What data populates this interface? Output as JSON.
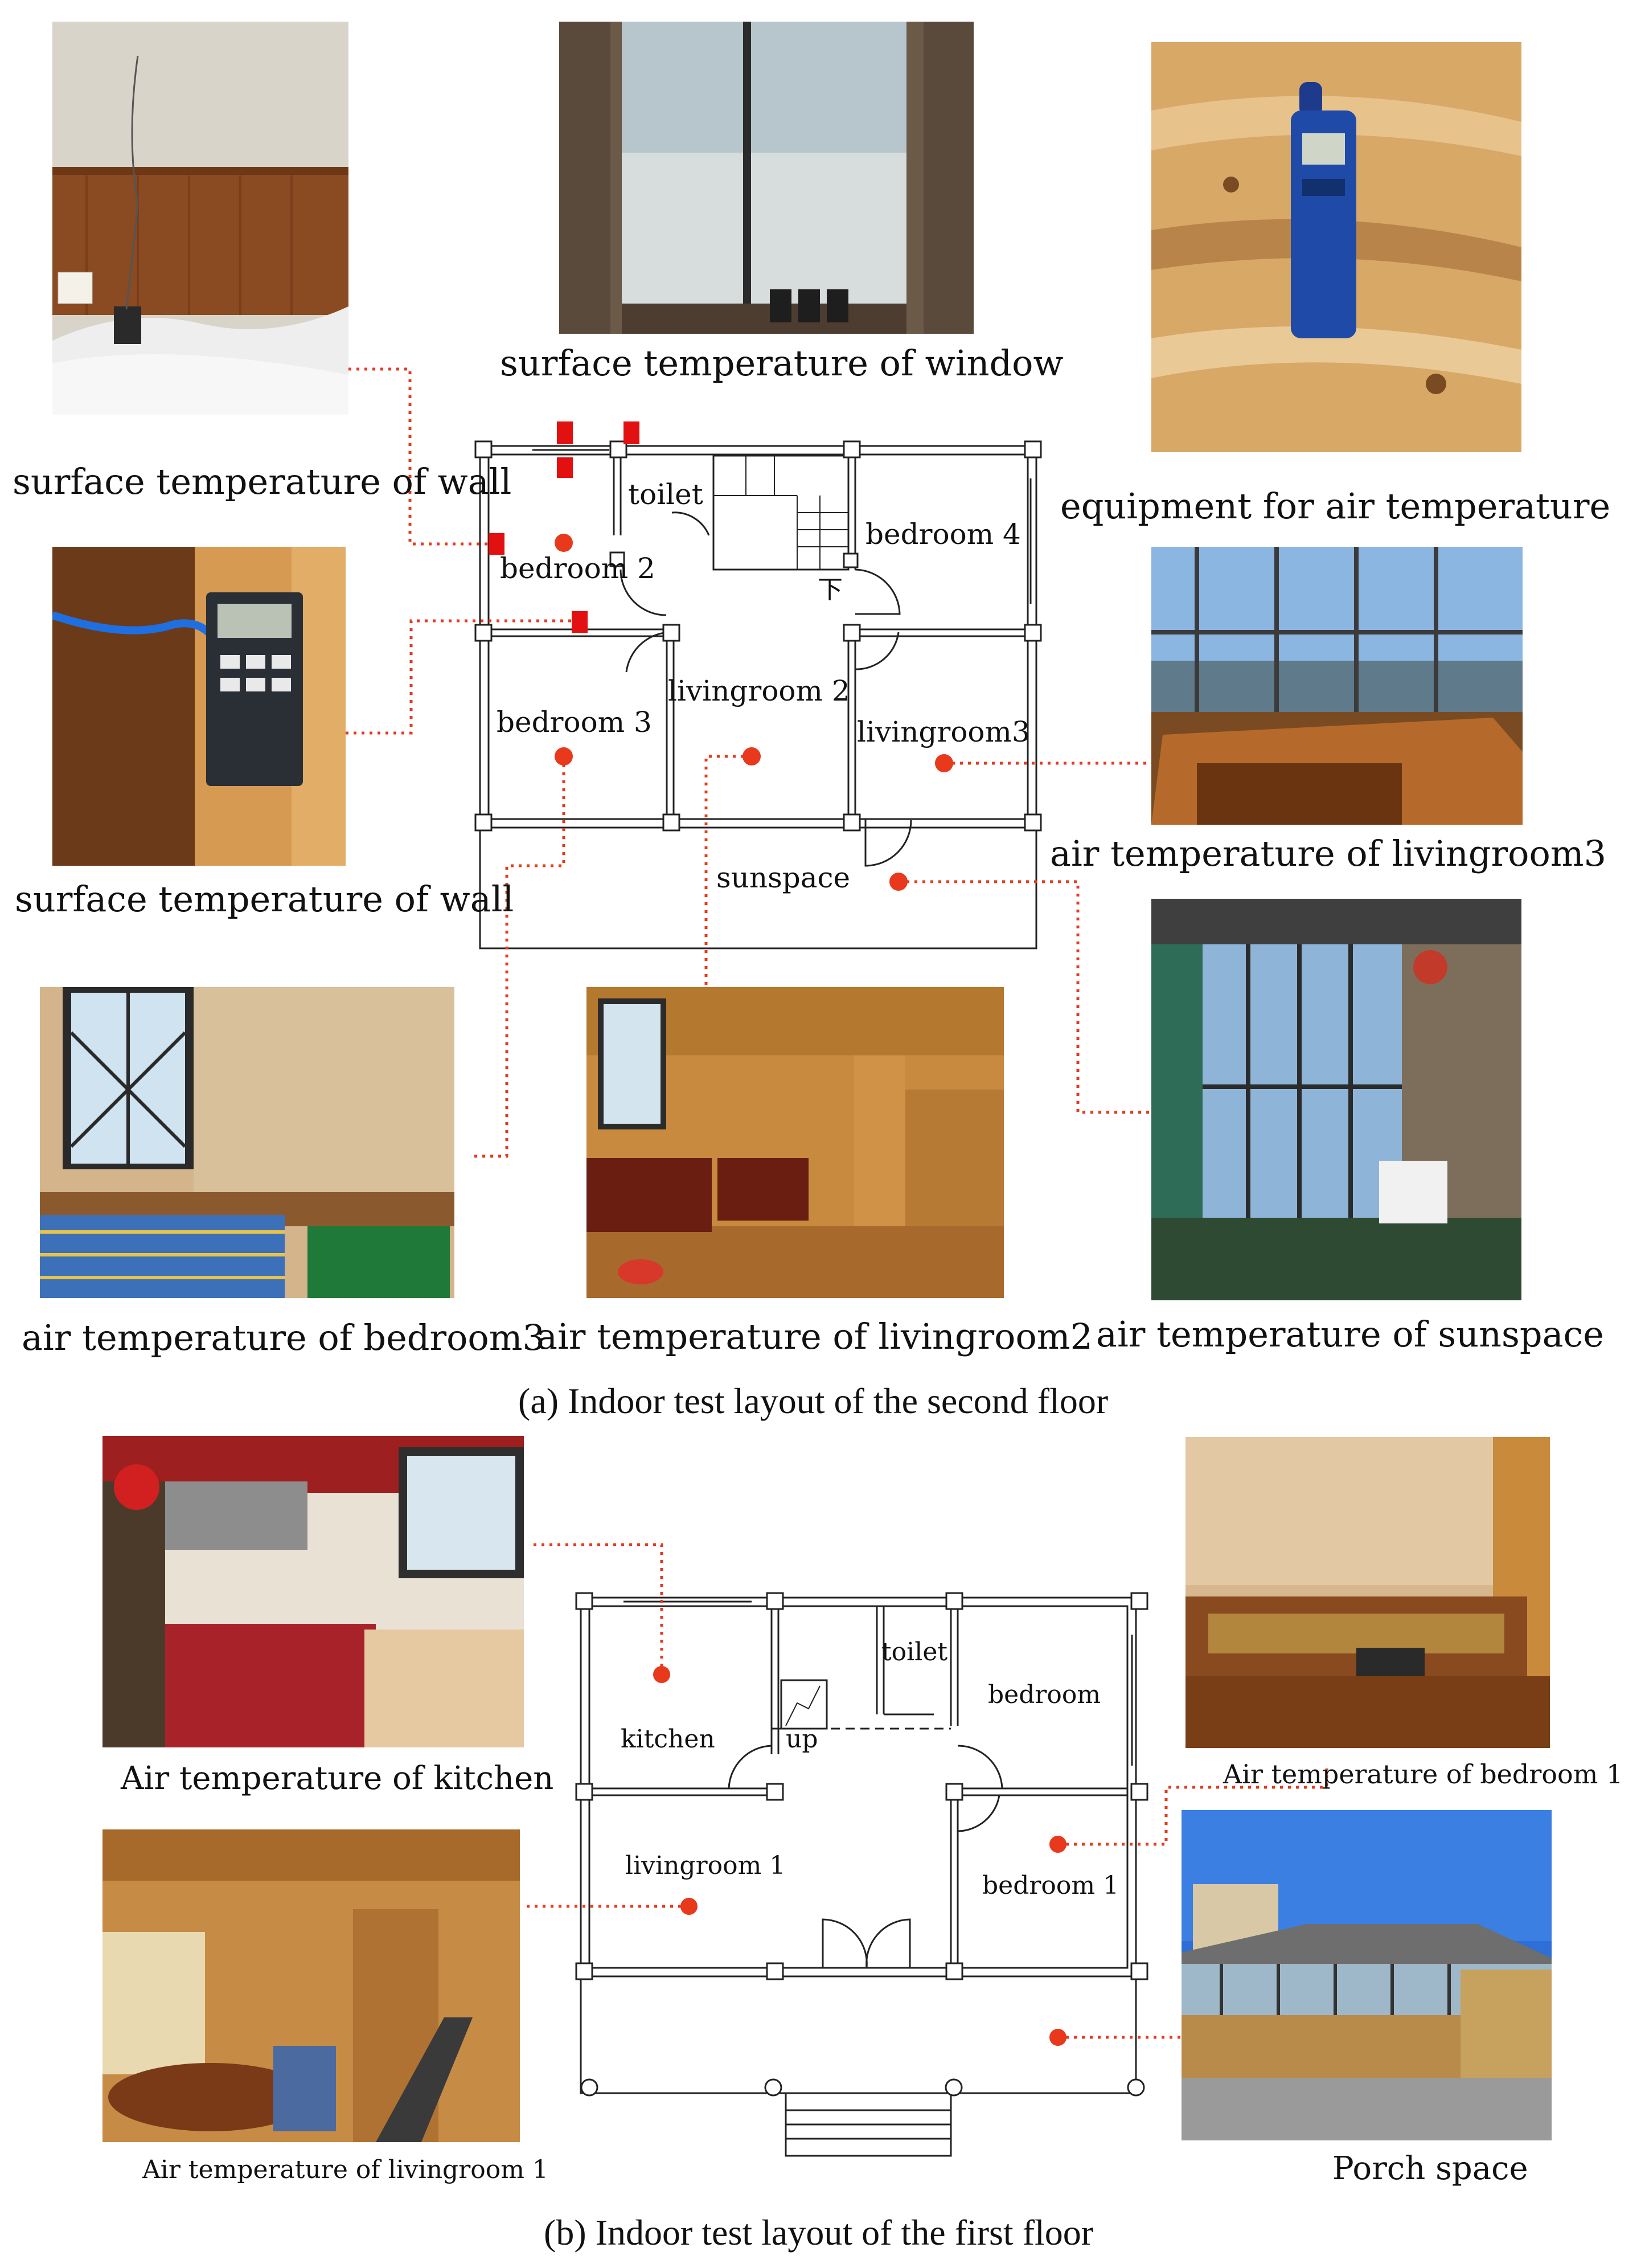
{
  "palette": {
    "marker": "#e8391d",
    "sensor": "#e21010",
    "wall": "#222222",
    "wood": "#c98a3f"
  },
  "second_floor": {
    "caption": "(a) Indoor test layout of the second floor",
    "photo_captions": {
      "wall1": "surface temperature of wall",
      "window": "surface temperature of window",
      "equipment": "equipment for air temperature",
      "wall2": "surface temperature of wall",
      "livingroom3": "air temperature of livingroom3",
      "bedroom3": "air temperature of bedroom3",
      "livingroom2": "air temperature of livingroom2",
      "sunspace": "air temperature of sunspace"
    },
    "rooms": {
      "toilet": "toilet",
      "bedroom4": "bedroom 4",
      "bedroom2": "bedroom 2",
      "livingroom2": "livingroom 2",
      "bedroom3": "bedroom 3",
      "livingroom3": "livingroom3",
      "sunspace": "sunspace",
      "stair_mark": "下"
    }
  },
  "first_floor": {
    "caption": "(b) Indoor test layout of the first floor",
    "photo_captions": {
      "kitchen": "Air temperature of kitchen",
      "bedroom1": "Air temperature of bedroom 1",
      "livingroom1": "Air temperature of livingroom 1",
      "porch": "Porch space"
    },
    "rooms": {
      "toilet": "toilet",
      "bedroom": "bedroom",
      "kitchen": "kitchen",
      "up": "up",
      "livingroom1": "livingroom 1",
      "bedroom1": "bedroom 1"
    }
  }
}
